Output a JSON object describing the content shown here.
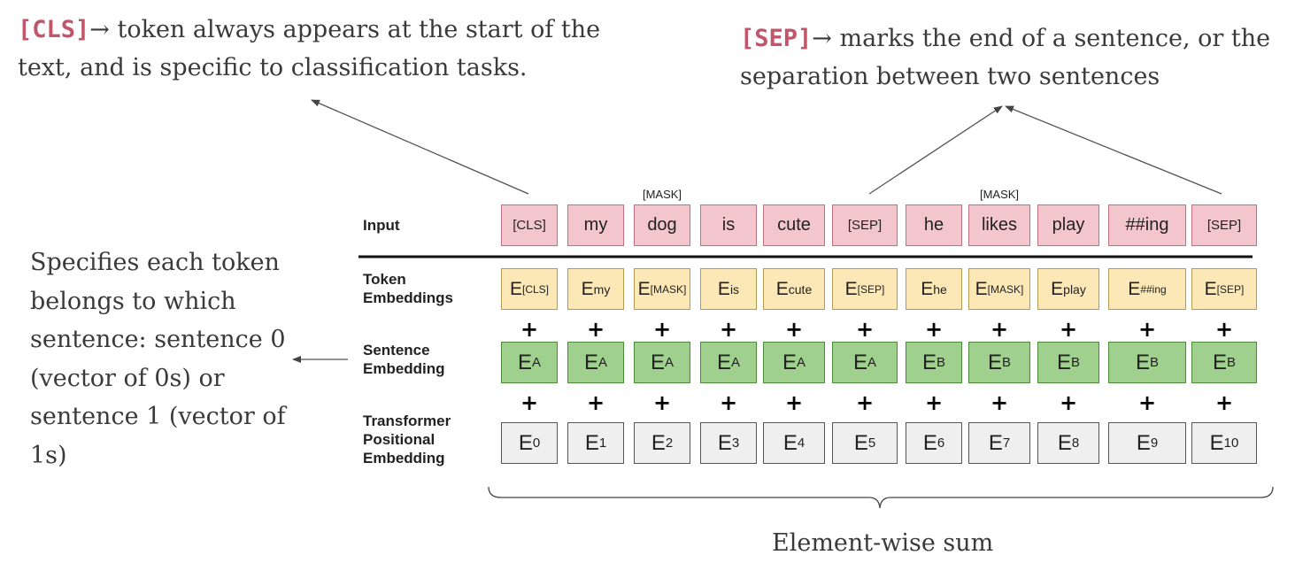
{
  "annotations": {
    "cls_code": "[CLS]",
    "cls_text": "→ token always appears at the start of the text, and is specific to classification tasks.",
    "sep_code": "[SEP]",
    "sep_text": "→ marks the end of a sentence, or the separation between two sentences",
    "segment_text": "Specifies each token belongs to which sentence: sentence 0 (vector of 0s) or sentence 1 (vector of 1s)",
    "sum_label": "Element-wise sum"
  },
  "row_labels": {
    "input": "Input",
    "token": "Token Embeddings",
    "sentence": "Sentence Embedding",
    "position": "Transformer Positional Embedding"
  },
  "mask_label": "[MASK]",
  "plus_symbol": "+",
  "tokens": [
    {
      "input": "[CLS]",
      "tok_sub": "[CLS]",
      "seg": "A",
      "pos": "0",
      "mask": false
    },
    {
      "input": "my",
      "tok_sub": "my",
      "seg": "A",
      "pos": "1",
      "mask": false
    },
    {
      "input": "dog",
      "tok_sub": "[MASK]",
      "seg": "A",
      "pos": "2",
      "mask": true
    },
    {
      "input": "is",
      "tok_sub": "is",
      "seg": "A",
      "pos": "3",
      "mask": false
    },
    {
      "input": "cute",
      "tok_sub": "cute",
      "seg": "A",
      "pos": "4",
      "mask": false
    },
    {
      "input": "[SEP]",
      "tok_sub": "[SEP]",
      "seg": "A",
      "pos": "5",
      "mask": false
    },
    {
      "input": "he",
      "tok_sub": "he",
      "seg": "B",
      "pos": "6",
      "mask": false
    },
    {
      "input": "likes",
      "tok_sub": "[MASK]",
      "seg": "B",
      "pos": "7",
      "mask": true
    },
    {
      "input": "play",
      "tok_sub": "play",
      "seg": "B",
      "pos": "8",
      "mask": false
    },
    {
      "input": "##ing",
      "tok_sub": "##ing",
      "seg": "B",
      "pos": "9",
      "mask": false
    },
    {
      "input": "[SEP]",
      "tok_sub": "[SEP]",
      "seg": "B",
      "pos": "10",
      "mask": false
    }
  ],
  "embedding_letter": "E",
  "colors": {
    "input_fill": "#f3c6cd",
    "token_fill": "#fce8b6",
    "sentence_fill": "#9fd08e",
    "position_fill": "#efefef",
    "code_accent": "#c2556a"
  }
}
